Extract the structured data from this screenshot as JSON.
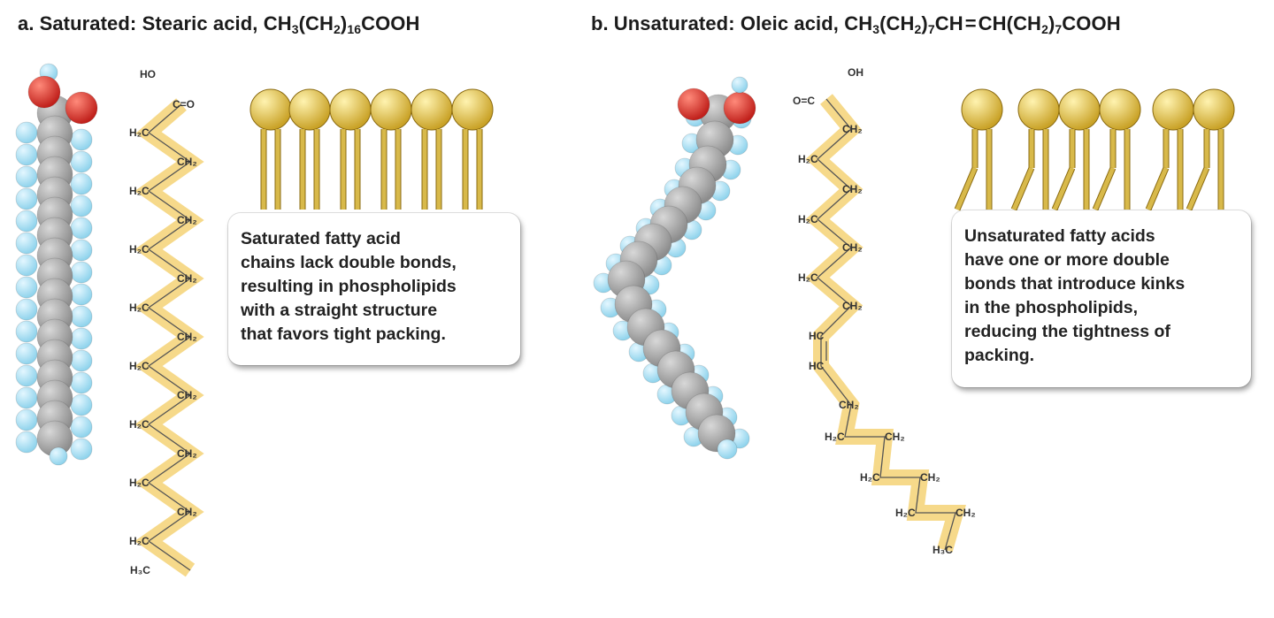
{
  "panel_a": {
    "letter": "a.",
    "title_prefix": "Saturated: Stearic acid, CH",
    "formula_parts": [
      "3",
      "(CH",
      "2",
      ")",
      "16",
      "COOH"
    ],
    "callout_lines": [
      "Saturated fatty acid",
      "chains lack double bonds,",
      "resulting in phospholipids",
      "with a straight structure",
      "that favors tight packing."
    ],
    "top_label": "HO",
    "carbonyl_label": "C=O",
    "left_label": "H₂C",
    "right_label": "CH₂",
    "end_label": "H₃C"
  },
  "panel_b": {
    "letter": "b.",
    "title_prefix": "Unsaturated: Oleic acid, CH",
    "formula_parts": [
      "3",
      "(CH",
      "2",
      ")",
      "7",
      "CH",
      "=",
      "CH(CH",
      "2",
      ")",
      "7",
      "COOH"
    ],
    "callout_lines": [
      "Unsaturated fatty acids",
      "have one or more double",
      "bonds that introduce kinks",
      "in the phospholipids,",
      "reducing the tightness of",
      "packing."
    ],
    "top_label": "OH",
    "carbonyl_label": "O=C",
    "left_label": "H₂C",
    "right_label": "CH₂",
    "alkene_label": "HC",
    "end_label": "H₃C"
  },
  "colors": {
    "head": "#c9a227",
    "tail": "#d8b94a",
    "chain_highlight": "#f6d98a",
    "carbon": "#8c8c8c",
    "hydrogen": "#8fd3ec",
    "oxygen": "#c0201b"
  }
}
